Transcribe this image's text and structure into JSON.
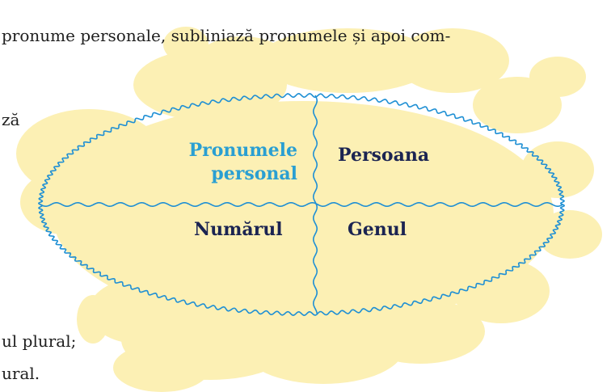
{
  "instruction_line": "pronume personale, subliniază pronumele și apoi com-",
  "fragment_za": "ză",
  "fragment_plural1": "ul plural;",
  "fragment_plural2": "ural.",
  "diagram": {
    "top_left_line1": "Pronumele",
    "top_left_line2": "personal",
    "top_right": "Persoana",
    "bottom_left": "Numărul",
    "bottom_right": "Genul"
  },
  "colors": {
    "blob": "#fcf0b4",
    "stroke": "#1e8fd4",
    "title": "#2a9fd2",
    "label": "#1b2452"
  }
}
